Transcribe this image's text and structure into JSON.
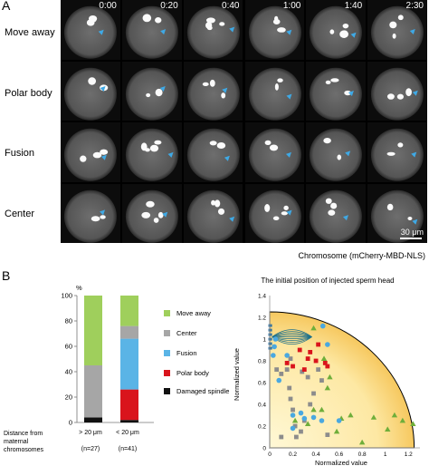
{
  "panel_a": {
    "letter": "A",
    "time_labels": [
      "0:00",
      "0:20",
      "0:40",
      "1:00",
      "1:40",
      "2:30"
    ],
    "row_labels": [
      "Move away",
      "Polar body",
      "Fusion",
      "Center"
    ],
    "scale_bar_label": "30 μm",
    "caption": "Chromosome (mCherry-MBD-NLS)"
  },
  "panel_b": {
    "letter": "B",
    "bar_chart": {
      "unit_label": "%",
      "y_ticks": [
        "100",
        "80",
        "60",
        "40",
        "20",
        "0"
      ],
      "categories": [
        "> 20 μm",
        "< 20 μm"
      ],
      "n_labels": [
        "(n=27)",
        "(n=41)"
      ],
      "x_title_lines": [
        "Distance from",
        "maternal",
        "chromosomes"
      ],
      "legend": [
        {
          "label": "Move away",
          "color": "#9fcf5c"
        },
        {
          "label": "Center",
          "color": "#a6a6a6"
        },
        {
          "label": "Fusion",
          "color": "#5ab4e6"
        },
        {
          "label": "Polar body",
          "color": "#d9141c"
        },
        {
          "label": "Damaged spindle",
          "color": "#111111"
        }
      ]
    },
    "scatter": {
      "title": "The initial position of injected sperm head",
      "xlabel": "Normalized value",
      "ylabel": "Normalized value",
      "x_ticks": [
        "0",
        "0.2",
        "0.4",
        "0.6",
        "0.8",
        "1",
        "1.2"
      ],
      "y_ticks": [
        "0",
        "0.2",
        "0.4",
        "0.6",
        "0.8",
        "1",
        "1.2",
        "1.4"
      ],
      "legend": [
        {
          "label": "Move away",
          "marker": "triangle",
          "color": "#6fae3a"
        },
        {
          "label": "Center",
          "marker": "square",
          "color": "#8c8c8c"
        },
        {
          "label": "Fusion",
          "marker": "circle",
          "color": "#4aa8e0"
        },
        {
          "label": "Polar body",
          "marker": "square",
          "color": "#d9141c"
        }
      ]
    }
  },
  "chart_data": [
    {
      "type": "bar",
      "stacked": true,
      "categories": [
        "> 20 μm",
        "< 20 μm"
      ],
      "series": [
        {
          "name": "Damaged spindle",
          "values": [
            4,
            2
          ]
        },
        {
          "name": "Polar body",
          "values": [
            0,
            24
          ]
        },
        {
          "name": "Fusion",
          "values": [
            0,
            40
          ]
        },
        {
          "name": "Center",
          "values": [
            41,
            10
          ]
        },
        {
          "name": "Move away",
          "values": [
            55,
            24
          ]
        }
      ],
      "ylim": [
        0,
        100
      ]
    },
    {
      "type": "scatter",
      "xlim": [
        0,
        1.3
      ],
      "ylim": [
        0,
        1.4
      ],
      "series": [
        {
          "name": "Move away",
          "points": [
            [
              0.33,
              0.22
            ],
            [
              0.38,
              0.35
            ],
            [
              0.47,
              0.82
            ],
            [
              0.5,
              0.55
            ],
            [
              0.52,
              0.65
            ],
            [
              0.62,
              0.27
            ],
            [
              0.7,
              0.3
            ],
            [
              0.8,
              0.05
            ],
            [
              0.9,
              0.28
            ],
            [
              1.02,
              0.17
            ],
            [
              1.08,
              0.3
            ],
            [
              1.15,
              0.25
            ],
            [
              1.24,
              0.22
            ],
            [
              0.22,
              0.25
            ],
            [
              0.38,
              1.1
            ],
            [
              0.45,
              0.35
            ],
            [
              0.58,
              0.15
            ]
          ]
        },
        {
          "name": "Center",
          "points": [
            [
              0.06,
              0.72
            ],
            [
              0.1,
              0.68
            ],
            [
              0.15,
              0.72
            ],
            [
              0.17,
              0.55
            ],
            [
              0.18,
              0.45
            ],
            [
              0.2,
              0.35
            ],
            [
              0.22,
              0.2
            ],
            [
              0.23,
              0.1
            ],
            [
              0.27,
              0.15
            ],
            [
              0.28,
              0.7
            ],
            [
              0.3,
              0.25
            ],
            [
              0.35,
              0.4
            ],
            [
              0.38,
              0.5
            ],
            [
              0.42,
              0.72
            ],
            [
              0.45,
              0.62
            ],
            [
              0.5,
              0.12
            ],
            [
              0.1,
              0.1
            ],
            [
              0.33,
              0.65
            ],
            [
              0.18,
              0.82
            ]
          ]
        },
        {
          "name": "Fusion",
          "points": [
            [
              0.03,
              0.85
            ],
            [
              0.04,
              0.93
            ],
            [
              0.05,
              1.0
            ],
            [
              0.08,
              0.62
            ],
            [
              0.15,
              0.85
            ],
            [
              0.2,
              0.3
            ],
            [
              0.27,
              0.32
            ],
            [
              0.3,
              0.27
            ],
            [
              0.38,
              0.28
            ],
            [
              0.45,
              0.25
            ],
            [
              0.46,
              1.12
            ],
            [
              0.5,
              0.95
            ],
            [
              0.6,
              0.25
            ],
            [
              0.2,
              0.18
            ]
          ]
        },
        {
          "name": "Polar body",
          "points": [
            [
              0.15,
              0.78
            ],
            [
              0.2,
              0.75
            ],
            [
              0.26,
              0.9
            ],
            [
              0.33,
              0.82
            ],
            [
              0.35,
              0.88
            ],
            [
              0.4,
              0.8
            ],
            [
              0.42,
              0.95
            ],
            [
              0.48,
              0.78
            ],
            [
              0.5,
              0.75
            ],
            [
              0.3,
              0.72
            ]
          ]
        }
      ]
    }
  ]
}
